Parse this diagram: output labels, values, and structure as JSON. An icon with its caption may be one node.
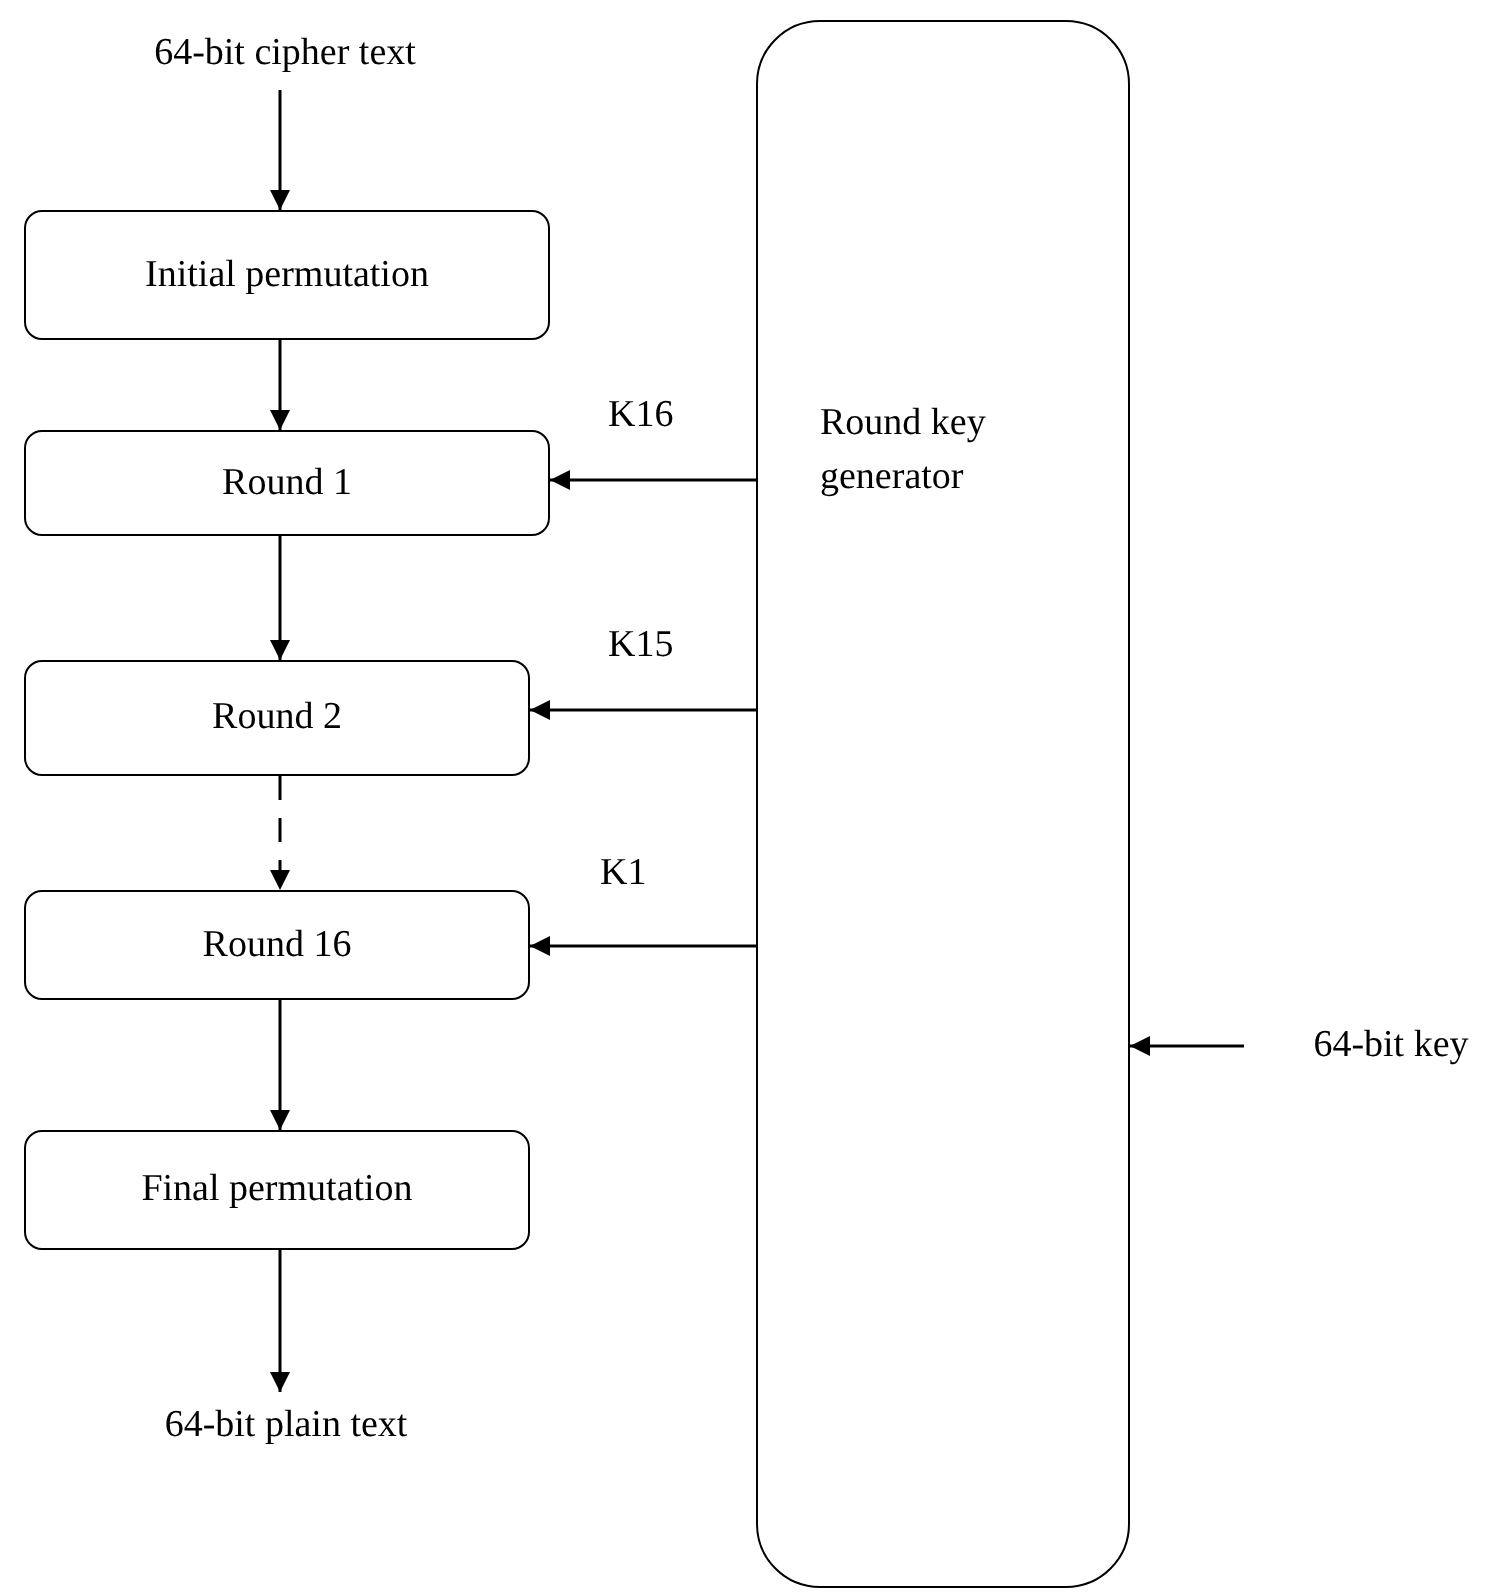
{
  "diagram": {
    "nodes": [
      {
        "text": [
          "64-bit cipher text"
        ]
      },
      {
        "text": [
          "Initial permutation"
        ]
      },
      {
        "text": [
          "Round 1"
        ]
      },
      {
        "text": [
          "Round 2"
        ]
      },
      {
        "text": [
          "Round 16"
        ]
      },
      {
        "text": [
          "Final permutation"
        ]
      },
      {
        "text": [
          "64-bit plain text"
        ]
      },
      {
        "text": [
          "Round key generator"
        ]
      },
      {
        "text": [
          "64-bit key"
        ]
      }
    ],
    "edges": [
      {
        "from": 0,
        "to": 1,
        "arrow": "to"
      },
      {
        "from": 1,
        "to": 2,
        "arrow": "to"
      },
      {
        "from": 2,
        "to": 3,
        "arrow": "to"
      },
      {
        "from": 3,
        "to": 4,
        "arrow": "to",
        "style": "dashed"
      },
      {
        "from": 4,
        "to": 5,
        "arrow": "to"
      },
      {
        "from": 5,
        "to": 6,
        "arrow": "to"
      },
      {
        "from": 7,
        "to": 2,
        "arrow": "to",
        "label": "K16"
      },
      {
        "from": 7,
        "to": 3,
        "arrow": "to",
        "label": "K15"
      },
      {
        "from": 7,
        "to": 4,
        "arrow": "to",
        "label": "K1"
      },
      {
        "from": 8,
        "to": 7,
        "arrow": "to"
      }
    ]
  }
}
